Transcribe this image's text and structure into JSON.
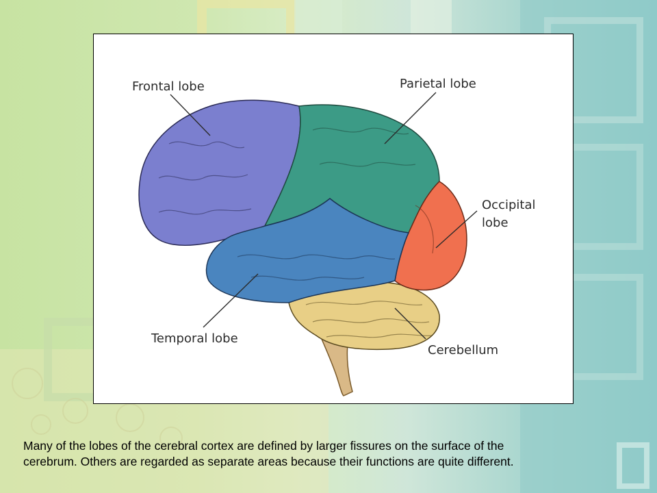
{
  "diagram": {
    "labels": {
      "frontal": "Frontal lobe",
      "parietal": "Parietal lobe",
      "occipital_line1": "Occipital",
      "occipital_line2": "lobe",
      "temporal": "Temporal lobe",
      "cerebellum": "Cerebellum"
    },
    "colors": {
      "frontal": "#7b7fcf",
      "parietal": "#3c9b86",
      "occipital": "#f0704f",
      "temporal": "#4a85bf",
      "cerebellum": "#e8cf86",
      "brainstem": "#d9b987"
    }
  },
  "caption": {
    "line1": "Many of the lobes of the cerebral cortex are defined by larger fissures on the surface of the",
    "line2": "cerebrum. Others are regarded as separate areas because their functions are quite different."
  }
}
